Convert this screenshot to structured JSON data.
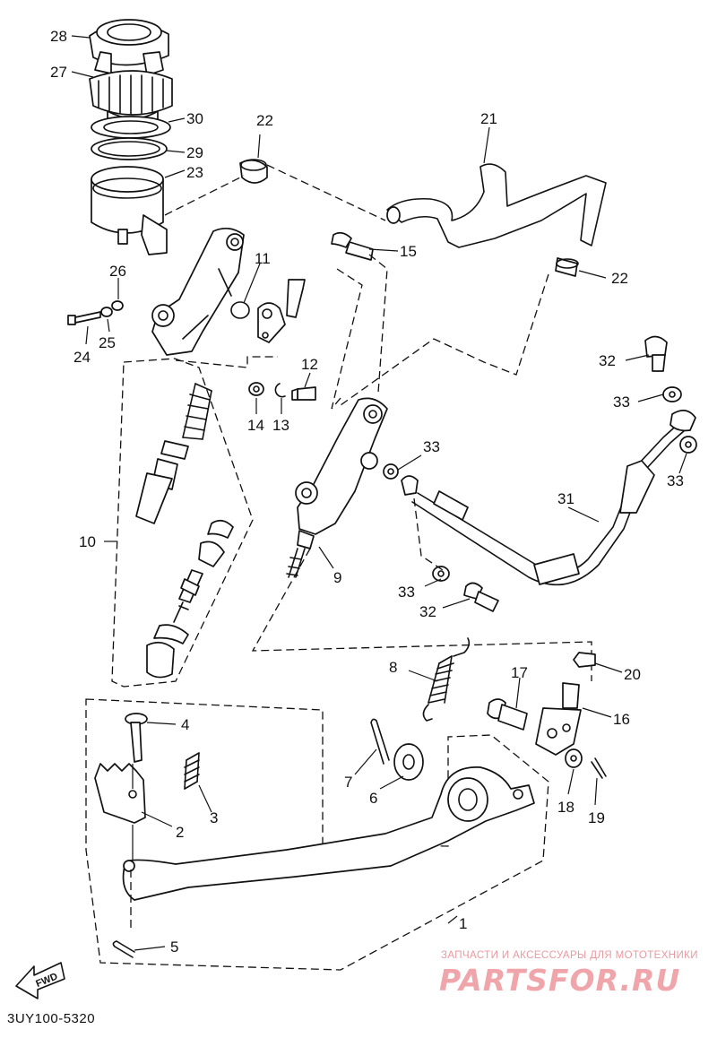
{
  "diagram": {
    "code": "3UY100-5320",
    "fwd_label": "FWD"
  },
  "callouts": [
    {
      "id": "c28",
      "text": "28"
    },
    {
      "id": "c27",
      "text": "27"
    },
    {
      "id": "c30",
      "text": "30"
    },
    {
      "id": "c29",
      "text": "29"
    },
    {
      "id": "c23",
      "text": "23"
    },
    {
      "id": "c22a",
      "text": "22"
    },
    {
      "id": "c21",
      "text": "21"
    },
    {
      "id": "c15",
      "text": "15"
    },
    {
      "id": "c11",
      "text": "11"
    },
    {
      "id": "c26",
      "text": "26"
    },
    {
      "id": "c25",
      "text": "25"
    },
    {
      "id": "c24",
      "text": "24"
    },
    {
      "id": "c22b",
      "text": "22"
    },
    {
      "id": "c32a",
      "text": "32"
    },
    {
      "id": "c33a",
      "text": "33"
    },
    {
      "id": "c33b",
      "text": "33"
    },
    {
      "id": "c12",
      "text": "12"
    },
    {
      "id": "c14",
      "text": "14"
    },
    {
      "id": "c13",
      "text": "13"
    },
    {
      "id": "c33c",
      "text": "33"
    },
    {
      "id": "c10",
      "text": "10"
    },
    {
      "id": "c31",
      "text": "31"
    },
    {
      "id": "c9",
      "text": "9"
    },
    {
      "id": "c33d",
      "text": "33"
    },
    {
      "id": "c32b",
      "text": "32"
    },
    {
      "id": "c8",
      "text": "8"
    },
    {
      "id": "c17",
      "text": "17"
    },
    {
      "id": "c20",
      "text": "20"
    },
    {
      "id": "c16",
      "text": "16"
    },
    {
      "id": "c4",
      "text": "4"
    },
    {
      "id": "c7",
      "text": "7"
    },
    {
      "id": "c6",
      "text": "6"
    },
    {
      "id": "c3",
      "text": "3"
    },
    {
      "id": "c2",
      "text": "2"
    },
    {
      "id": "c18",
      "text": "18"
    },
    {
      "id": "c19",
      "text": "19"
    },
    {
      "id": "c1",
      "text": "1"
    },
    {
      "id": "c5",
      "text": "5"
    }
  ],
  "watermark": {
    "subtitle": "ЗАПЧАСТИ И АКСЕССУАРЫ ДЛЯ МОТОТЕХНИКИ",
    "brand": "PARTSFOR.RU"
  }
}
